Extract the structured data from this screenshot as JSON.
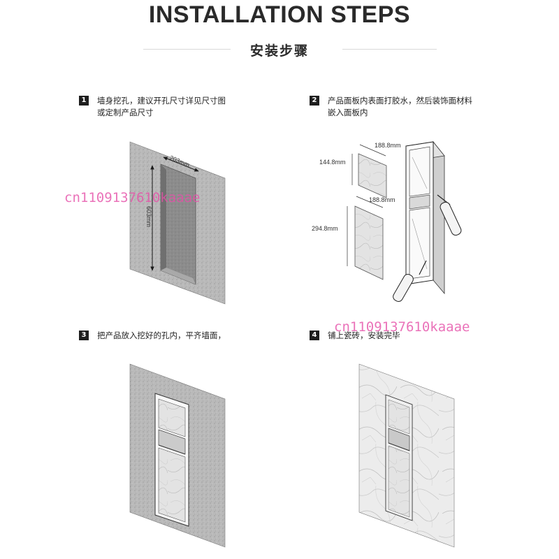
{
  "header": {
    "title": "INSTALLATION STEPS",
    "subtitle": "安装步骤"
  },
  "steps": [
    {
      "number": "1",
      "lines": [
        "墙身挖孔，建议开孔尺寸详见尺寸图",
        "或定制产品尺寸"
      ]
    },
    {
      "number": "2",
      "lines": [
        "产品面板内表面打胶水，然后装饰面材料",
        "嵌入面板内"
      ]
    },
    {
      "number": "3",
      "lines": [
        "把产品放入挖好的孔内，平齐墙面，"
      ]
    },
    {
      "number": "4",
      "lines": [
        "铺上瓷砖，安装完毕"
      ]
    }
  ],
  "dimensions": {
    "hole_width": "203mm",
    "hole_height": "603mm",
    "panel_small_width": "188.8mm",
    "panel_small_height": "144.8mm",
    "panel_large_width": "188.8mm",
    "panel_large_height": "294.8mm"
  },
  "watermark": "cn1109137610kaaae"
}
